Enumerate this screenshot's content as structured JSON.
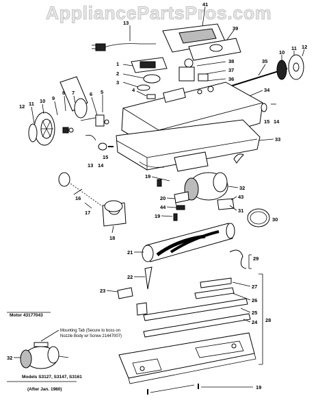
{
  "watermark": "AppliancePartsPros.com",
  "labels": {
    "l41": "41",
    "l13": "13",
    "l39": "39",
    "l1": "1",
    "l2": "2",
    "l3": "3",
    "l4": "4",
    "l38": "38",
    "l37": "37",
    "l36": "36",
    "l35": "35",
    "l10r": "10",
    "l11r": "11",
    "l12r": "12",
    "l34": "34",
    "l15r": "15",
    "l14r": "14",
    "l5": "5",
    "l6": "6",
    "l7": "7",
    "l8": "8",
    "l9": "9",
    "l10l": "10",
    "l11l": "11",
    "l12l": "12",
    "l15l": "15",
    "l14l": "14",
    "l13b": "13",
    "l33": "33",
    "l19a": "19",
    "l32": "32",
    "l20": "20",
    "l43": "43",
    "l44": "44",
    "l31": "31",
    "l19b": "19",
    "l16": "16",
    "l17": "17",
    "l18": "18",
    "l30": "30",
    "l21": "21",
    "l29": "29",
    "l22": "22",
    "l27": "27",
    "l23": "23",
    "l26": "26",
    "l25": "25",
    "l24": "24",
    "l28": "28",
    "l32b": "32",
    "l19c": "19"
  },
  "inset": {
    "motor": "Motor 43177043",
    "tab1": "Mounting Tab (Secure to boss on",
    "tab2": "Nozzle Body w/ Screw 21447007)",
    "models": "Models S3127, S3147, S3161",
    "after": "(After Jan. 1980)"
  }
}
